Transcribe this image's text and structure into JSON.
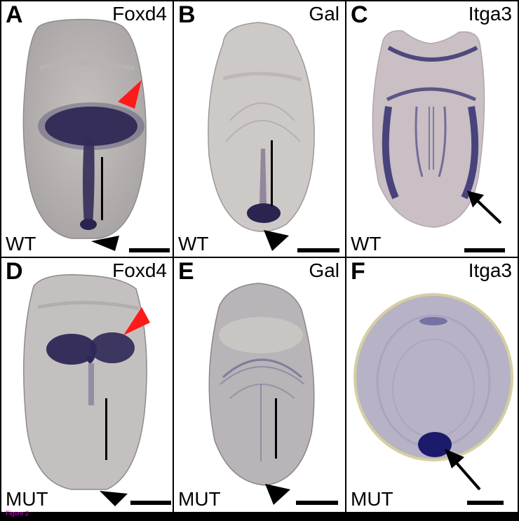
{
  "panels": [
    {
      "letter": "A",
      "gene": "Foxd4",
      "genotype": "WT"
    },
    {
      "letter": "B",
      "gene": "Gal",
      "genotype": "WT"
    },
    {
      "letter": "C",
      "gene": "Itga3",
      "genotype": "WT"
    },
    {
      "letter": "D",
      "gene": "Foxd4",
      "genotype": "MUT"
    },
    {
      "letter": "E",
      "gene": "Gal",
      "genotype": "MUT"
    },
    {
      "letter": "F",
      "gene": "Itga3",
      "genotype": "MUT"
    }
  ],
  "caption": "Figure 2",
  "colors": {
    "background": "#000000",
    "panel": "#ffffff",
    "embryo_tissue": "#c9c4c0",
    "stain": "#2b2450",
    "red_arrowhead": "#ff1a1a",
    "caption_text": "#e000e0"
  }
}
